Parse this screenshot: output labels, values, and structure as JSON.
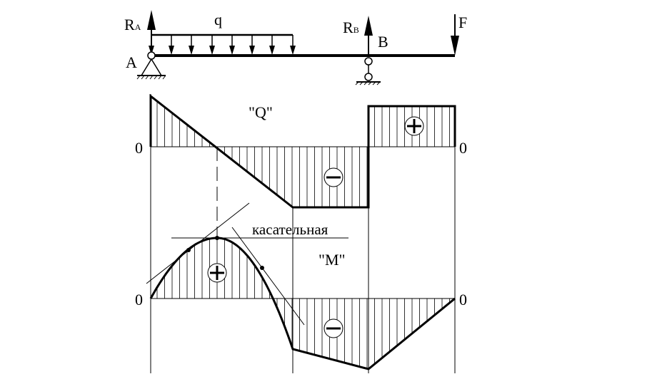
{
  "labels": {
    "ra": "R",
    "ra_sub": "A",
    "q": "q",
    "rb": "R",
    "rb_sub": "B",
    "f": "F",
    "a": "A",
    "b": "B",
    "q_title": "\"Q\"",
    "m_title": "\"M\"",
    "tangent": "касательная",
    "zero": "0"
  },
  "signs": {
    "plus": "plus-sign-icon",
    "minus": "minus-sign-icon"
  },
  "colors": {
    "line": "#000000",
    "background": "#ffffff"
  }
}
